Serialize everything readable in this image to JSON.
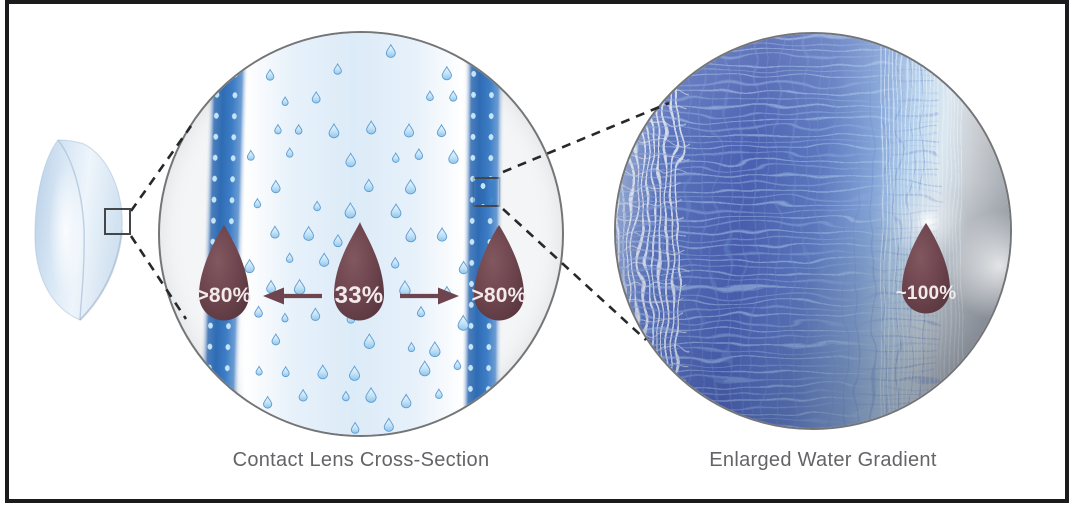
{
  "panels": {
    "cross_section": {
      "caption": "Contact Lens Cross-Section",
      "water_labels": {
        "outer_left": ">80%",
        "core": "33%",
        "outer_right": ">80%"
      }
    },
    "water_gradient": {
      "caption": "Enlarged Water Gradient",
      "water_labels": {
        "surface": "~100%"
      }
    }
  },
  "colors": {
    "frame_black": "#1b1b1d",
    "circle_outline": "#747577",
    "caption_gray": "#636467",
    "droplet_maroon": "#6e454e",
    "droplet_label_text": "#f3eaec",
    "band_blue": "#2e6cb4",
    "scatter_drop_blue": "#a6d2ef",
    "gradient_core_blue": "#4a60b1",
    "surface_gray": "#c6cacf"
  },
  "icons": {
    "maroon_droplet": "water-drop-icon",
    "scatter_droplet": "small-water-drop-icon",
    "arrows": "direction-arrow-icon",
    "zoom_marker": "zoom-region-square",
    "connector": "dashed-zoom-line"
  }
}
